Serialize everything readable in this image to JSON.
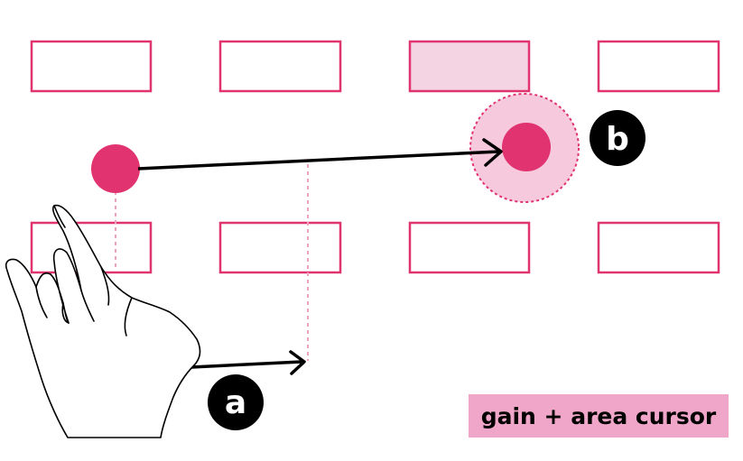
{
  "colors": {
    "accent": "#e0336f",
    "target_fill_highlight": "#f4d3e3",
    "area_fill": "#f6c9dc",
    "guide_line": "#f0a0c0",
    "badge_fill": "#f0a6c8",
    "black": "#000000",
    "white": "#ffffff"
  },
  "targets": {
    "top_row_count": 4,
    "bottom_row_count": 4,
    "highlighted_index": 2
  },
  "markers": {
    "a": "a",
    "b": "b"
  },
  "caption": "gain + area cursor",
  "icons": [
    "hand-icon",
    "arrow-icon"
  ]
}
